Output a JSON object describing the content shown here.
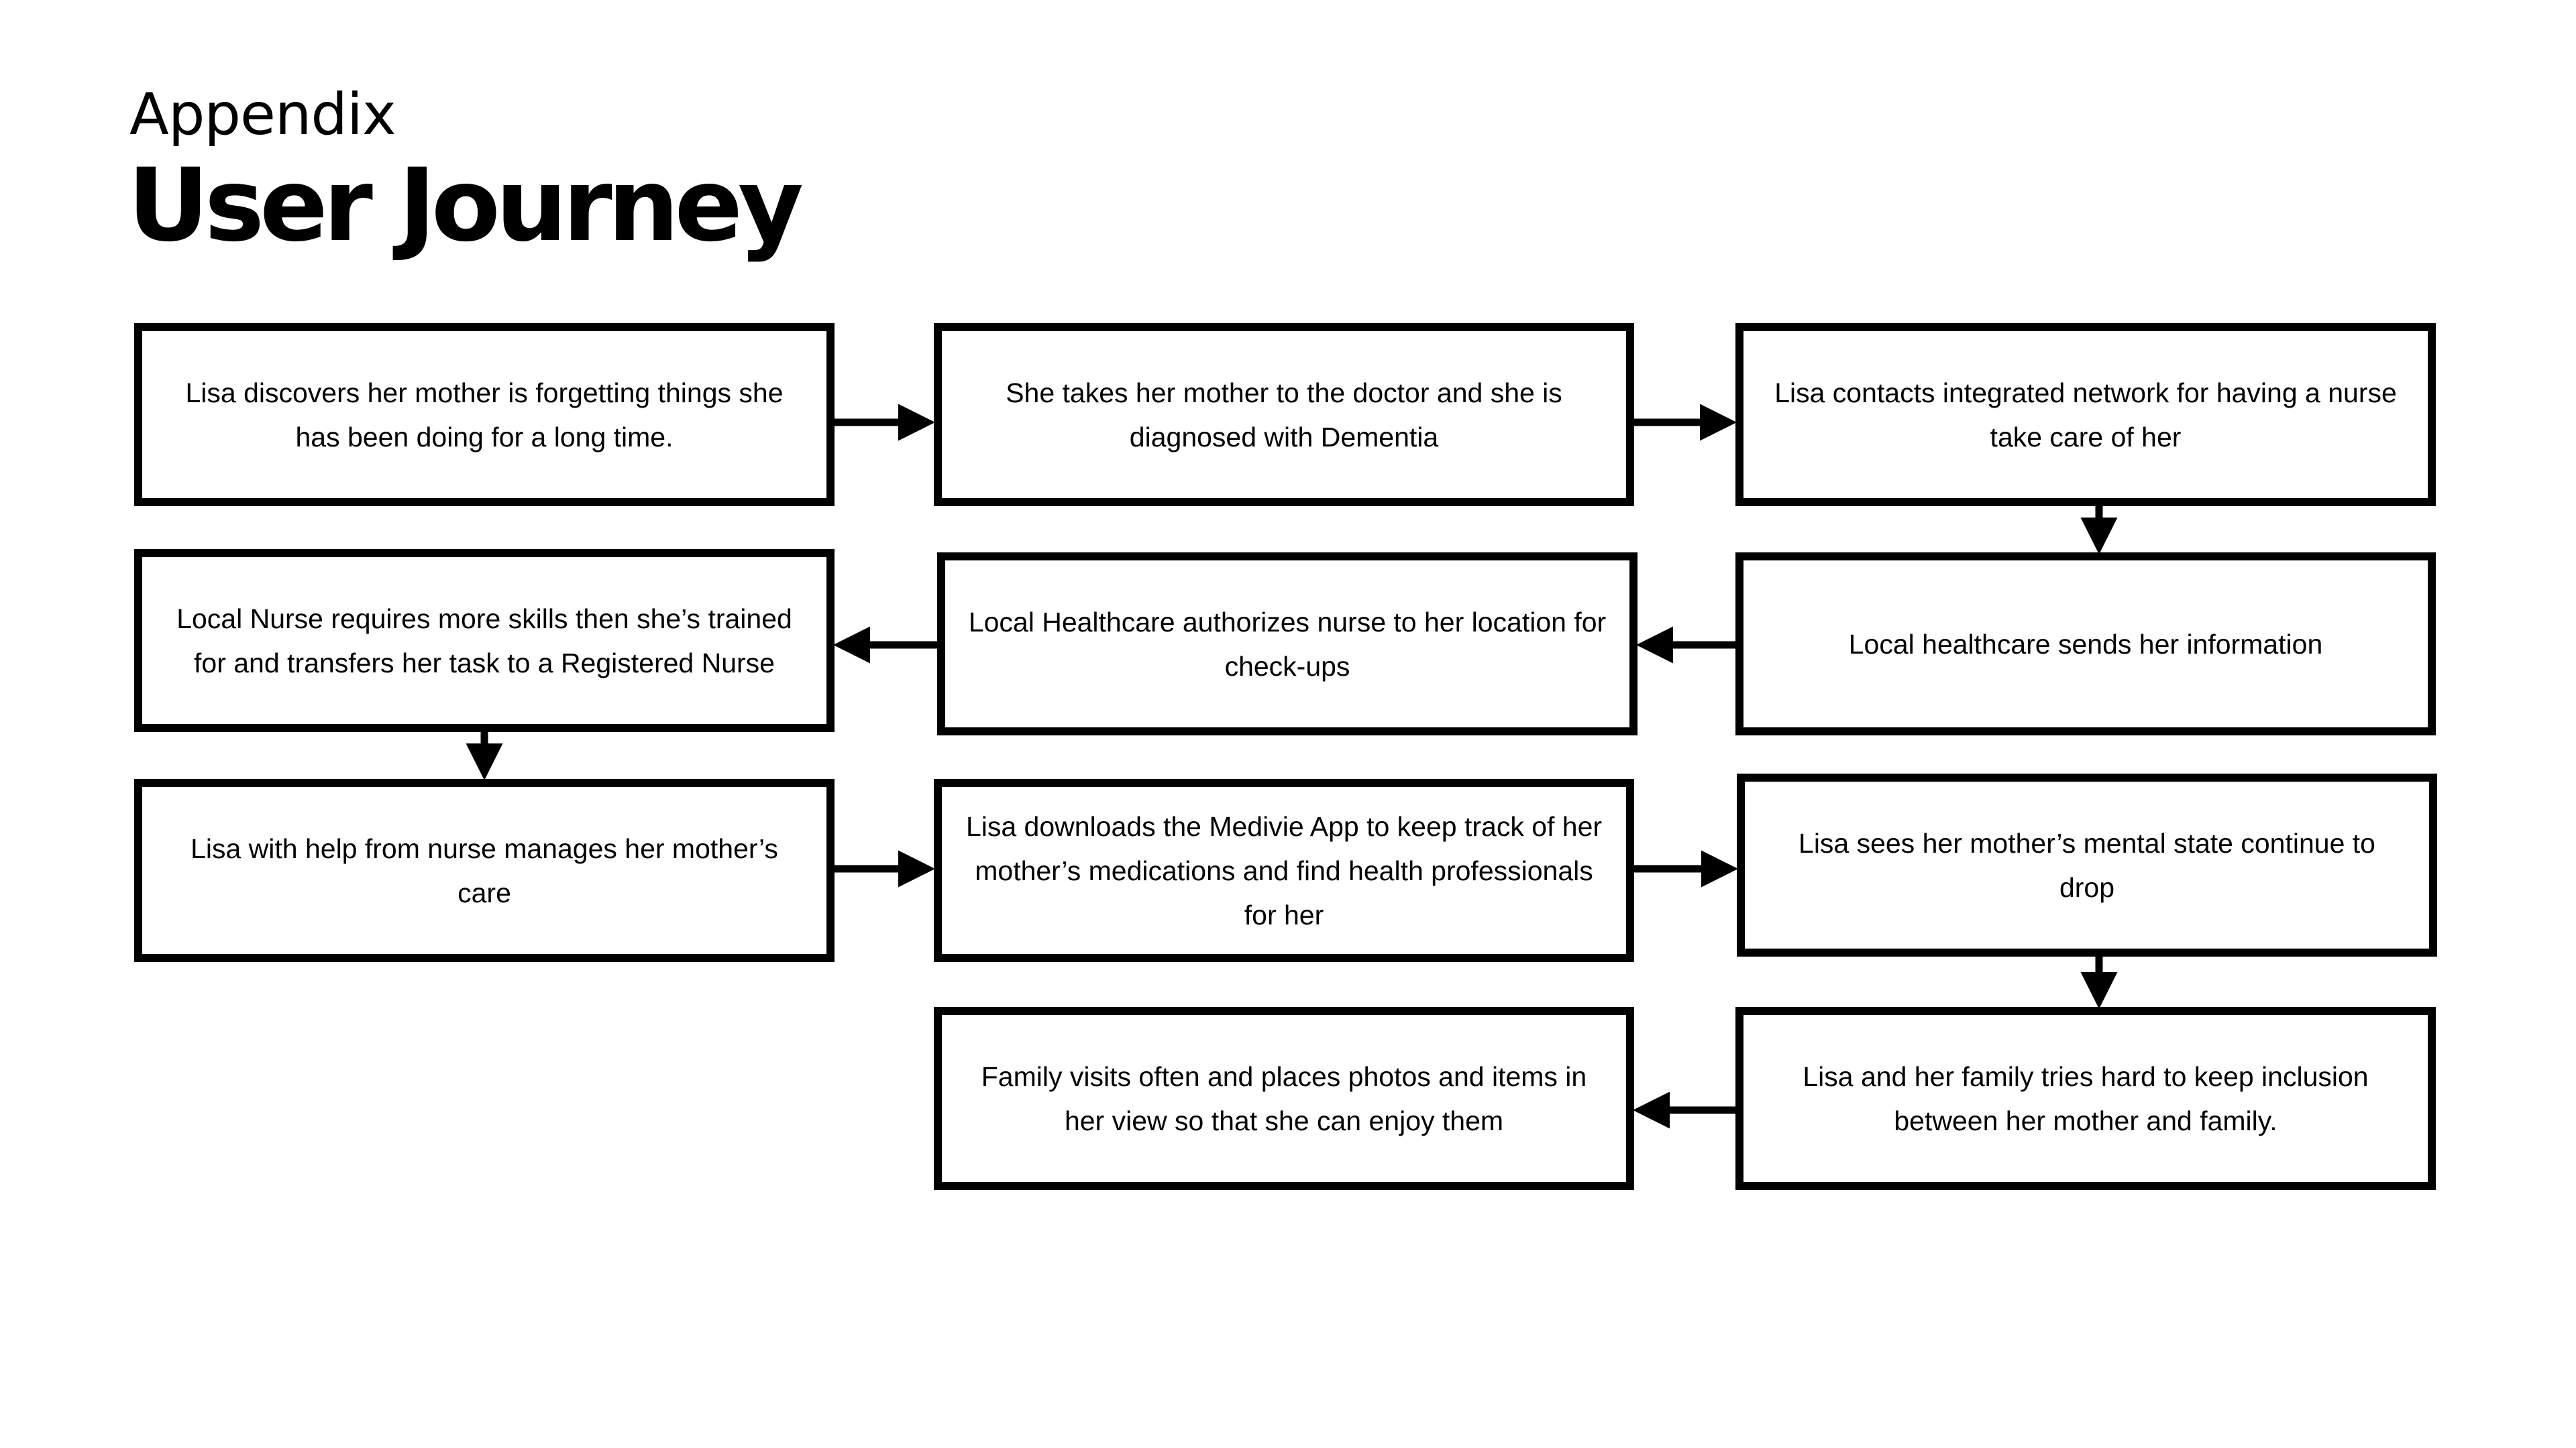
{
  "header": {
    "subtitle": "Appendix",
    "title": "User Journey"
  },
  "steps": [
    {
      "text": "Lisa discovers her mother is forgetting things she has been doing for a long time."
    },
    {
      "text": "She takes her mother to the doctor and she is diagnosed with Dementia"
    },
    {
      "text": "Lisa contacts integrated network for having a nurse take care of her"
    },
    {
      "text": "Local healthcare sends her information"
    },
    {
      "text": "Local Healthcare authorizes nurse to her location for check-ups"
    },
    {
      "text": "Local Nurse requires more skills then she’s trained for and transfers her task to a Registered Nurse"
    },
    {
      "text": "Lisa with help from nurse manages her mother’s care"
    },
    {
      "text": "Lisa downloads the Medivie App to keep track of her mother’s medications and find health professionals for her"
    },
    {
      "text": "Lisa sees her mother’s mental state continue to drop"
    },
    {
      "text": "Lisa and her family tries hard to keep inclusion between her mother and family."
    },
    {
      "text": "Family visits often and places photos and items in her view so that she can enjoy them"
    }
  ],
  "colors": {
    "border": "#000000",
    "background": "#ffffff",
    "text": "#000000"
  }
}
